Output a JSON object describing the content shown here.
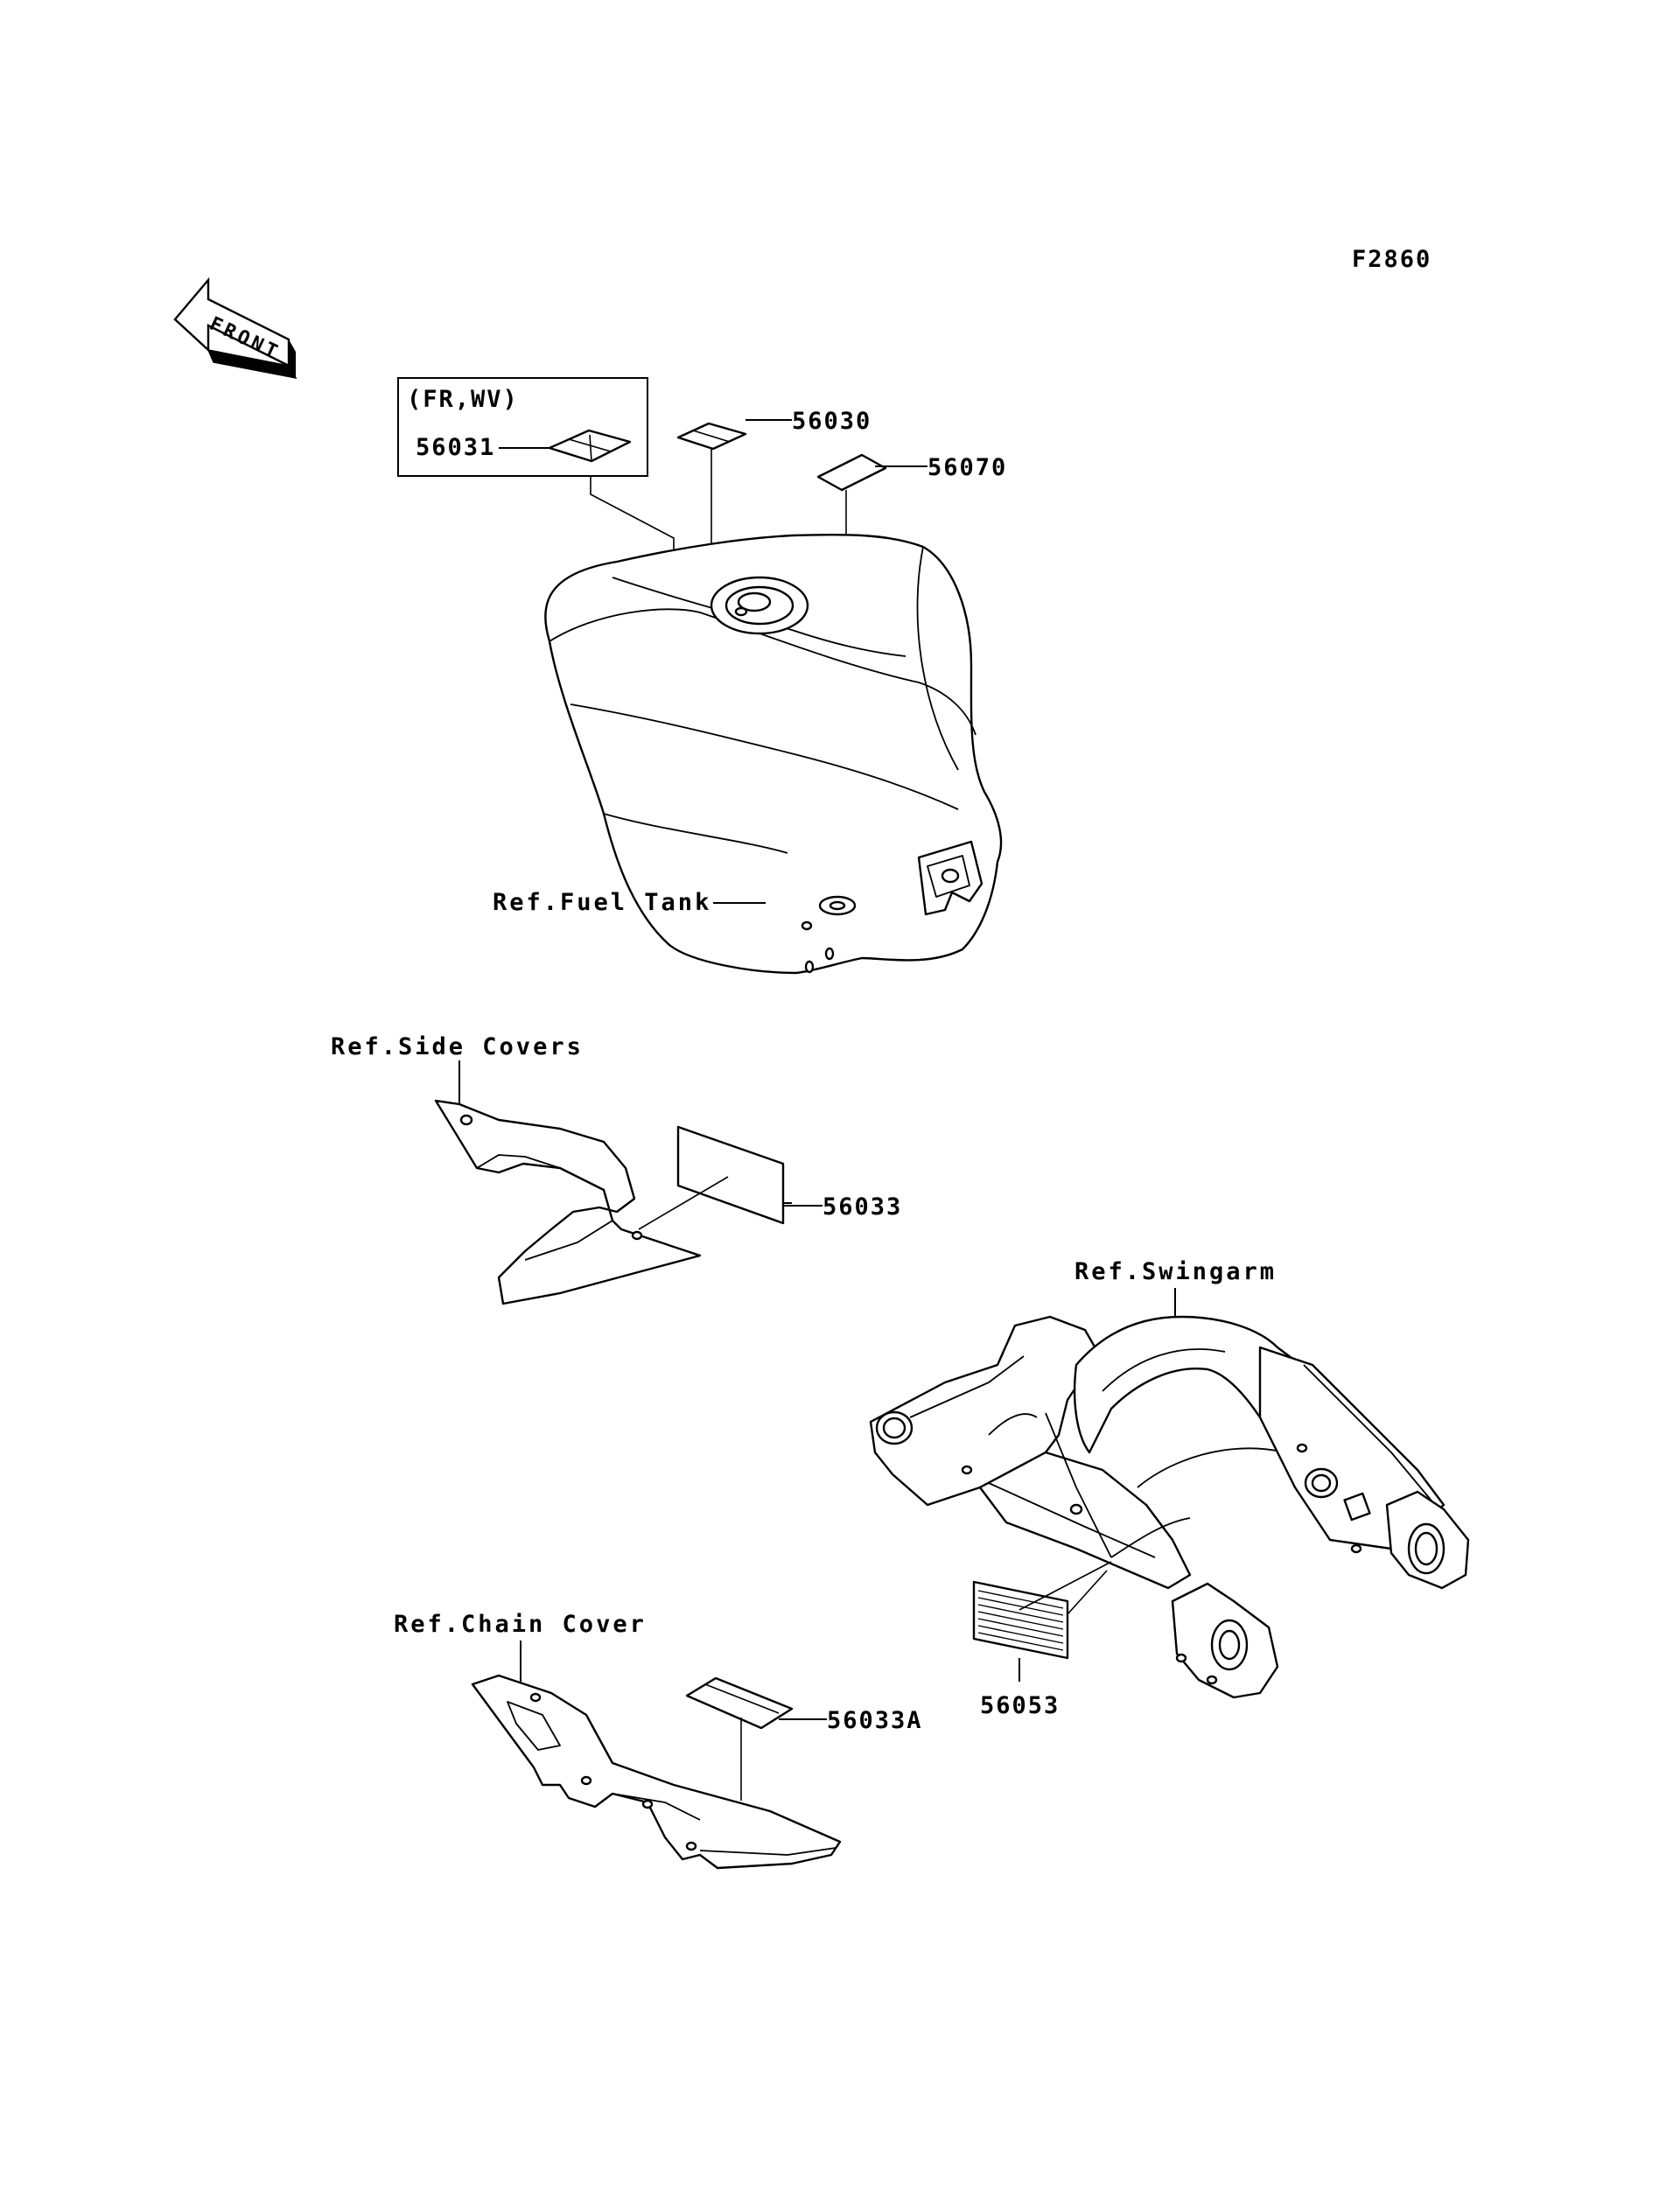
{
  "figure_code": "F2860",
  "front_arrow": {
    "label": "FRONT",
    "icon": "front-direction-arrow-icon"
  },
  "variant_box": {
    "title": "(FR,WV)",
    "part_number": "56031"
  },
  "parts": {
    "p56030": "56030",
    "p56070": "56070",
    "p56033": "56033",
    "p56053": "56053",
    "p56033A": "56033A"
  },
  "references": {
    "fuel_tank": "Ref.Fuel Tank",
    "side_covers": "Ref.Side Covers",
    "swingarm": "Ref.Swingarm",
    "chain_cover": "Ref.Chain Cover"
  }
}
